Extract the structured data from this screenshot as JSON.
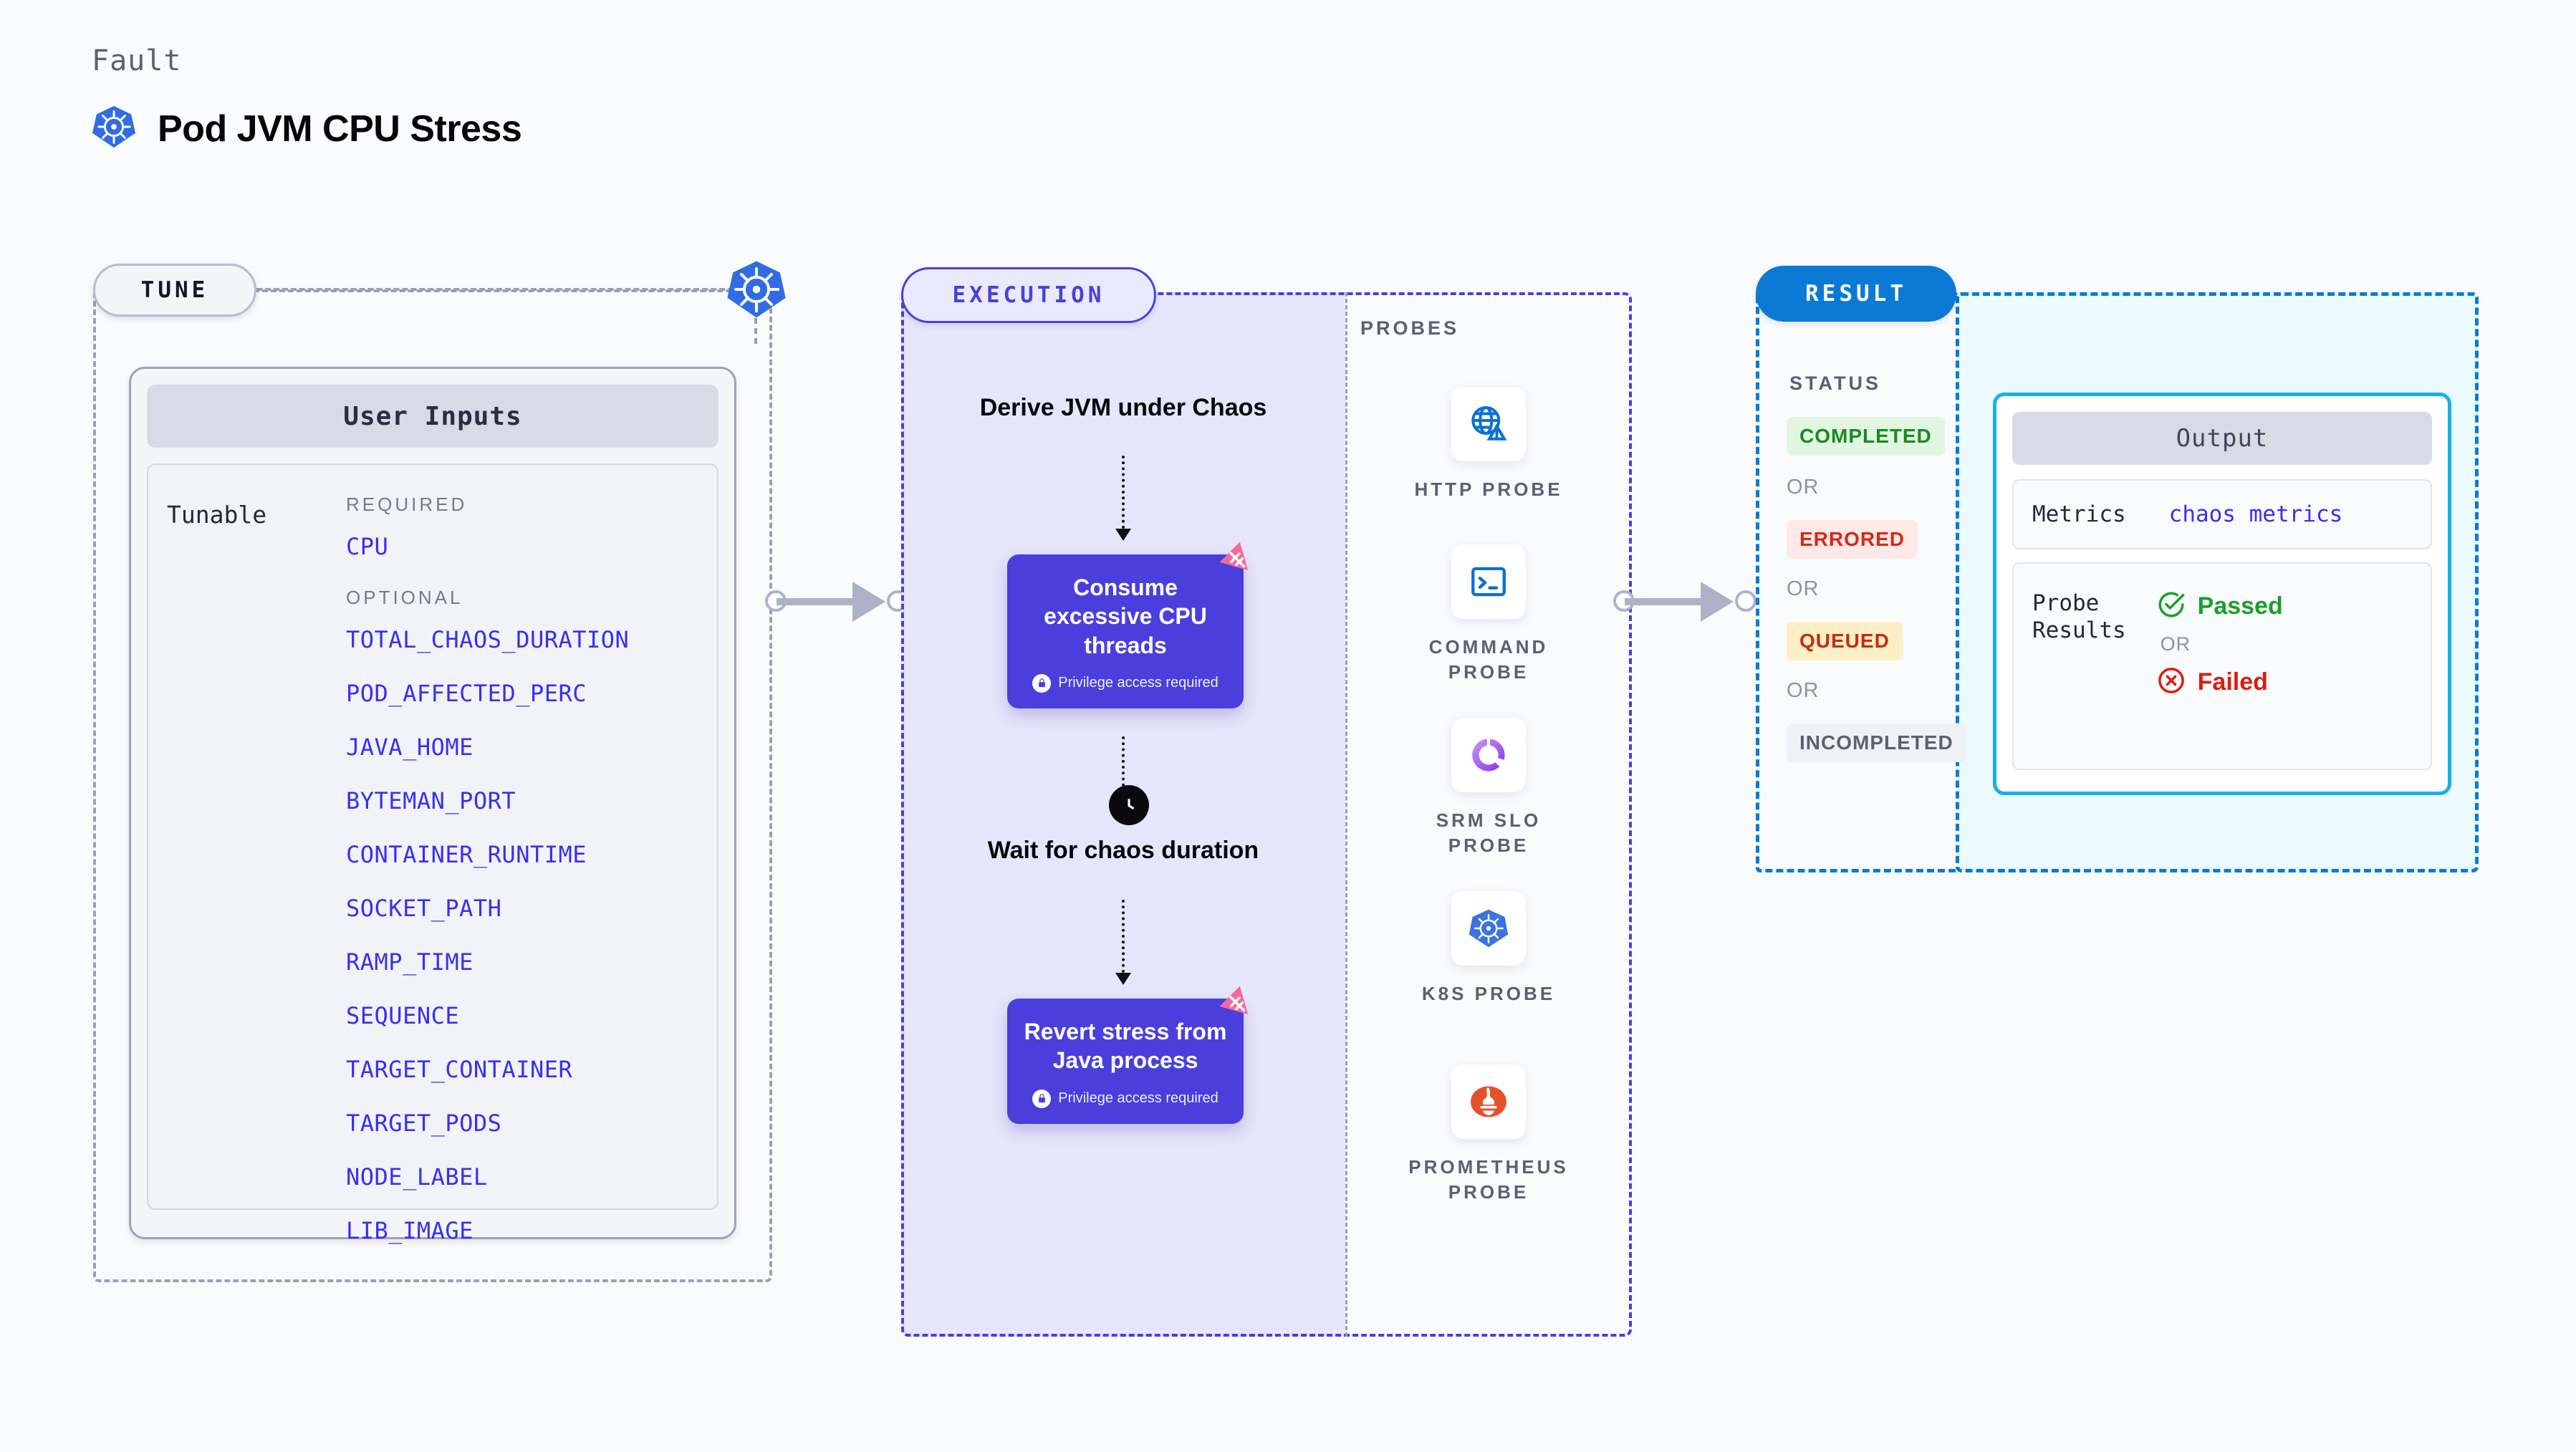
{
  "header": {
    "kicker": "Fault",
    "title": "Pod JVM CPU Stress",
    "icon": "kubernetes-icon"
  },
  "stages": {
    "tune_label": "TUNE",
    "execution_label": "EXECUTION",
    "result_label": "RESULT",
    "probes_label": "PROBES"
  },
  "tune": {
    "card_title": "User Inputs",
    "tunable_label": "Tunable",
    "required_heading": "REQUIRED",
    "optional_heading": "OPTIONAL",
    "required": [
      "CPU"
    ],
    "optional": [
      "TOTAL_CHAOS_DURATION",
      "POD_AFFECTED_PERC",
      "JAVA_HOME",
      "BYTEMAN_PORT",
      "CONTAINER_RUNTIME",
      "SOCKET_PATH",
      "RAMP_TIME",
      "SEQUENCE",
      "TARGET_CONTAINER",
      "TARGET_PODS",
      "NODE_LABEL",
      "LIB_IMAGE"
    ]
  },
  "execution": {
    "step_derive": "Derive JVM under Chaos",
    "node_consume": "Consume excessive CPU threads",
    "step_wait": "Wait for chaos duration",
    "node_revert": "Revert stress from Java process",
    "privilege_note": "Privilege access required"
  },
  "probes": [
    {
      "label": "HTTP PROBE",
      "icon": "globe-warning-icon"
    },
    {
      "label": "COMMAND\nPROBE",
      "icon": "terminal-icon"
    },
    {
      "label": "SRM SLO\nPROBE",
      "icon": "srm-slo-icon"
    },
    {
      "label": "K8S PROBE",
      "icon": "kubernetes-icon"
    },
    {
      "label": "PROMETHEUS\nPROBE",
      "icon": "prometheus-icon"
    }
  ],
  "result": {
    "status_heading": "STATUS",
    "or_label": "OR",
    "statuses": [
      {
        "label": "COMPLETED",
        "bg": "#e1f5e0",
        "fg": "#198a1f"
      },
      {
        "label": "ERRORED",
        "bg": "#fde9e7",
        "fg": "#d22a1b"
      },
      {
        "label": "QUEUED",
        "bg": "#fcefc6",
        "fg": "#c42b12"
      },
      {
        "label": "INCOMPLETED",
        "bg": "#f0f1f6",
        "fg": "#5b6073"
      }
    ],
    "output": {
      "title": "Output",
      "metrics_key": "Metrics",
      "metrics_value": "chaos metrics",
      "probe_results_key": "Probe\nResults",
      "passed_label": "Passed",
      "failed_label": "Failed",
      "or_label": "OR"
    }
  },
  "colors": {
    "accent_purple": "#4a3fdc",
    "accent_blue": "#0b7ad4",
    "cyan_border": "#17b0e8",
    "tunable_link": "#3b2ef0",
    "pink_badge": "#f5699a"
  }
}
